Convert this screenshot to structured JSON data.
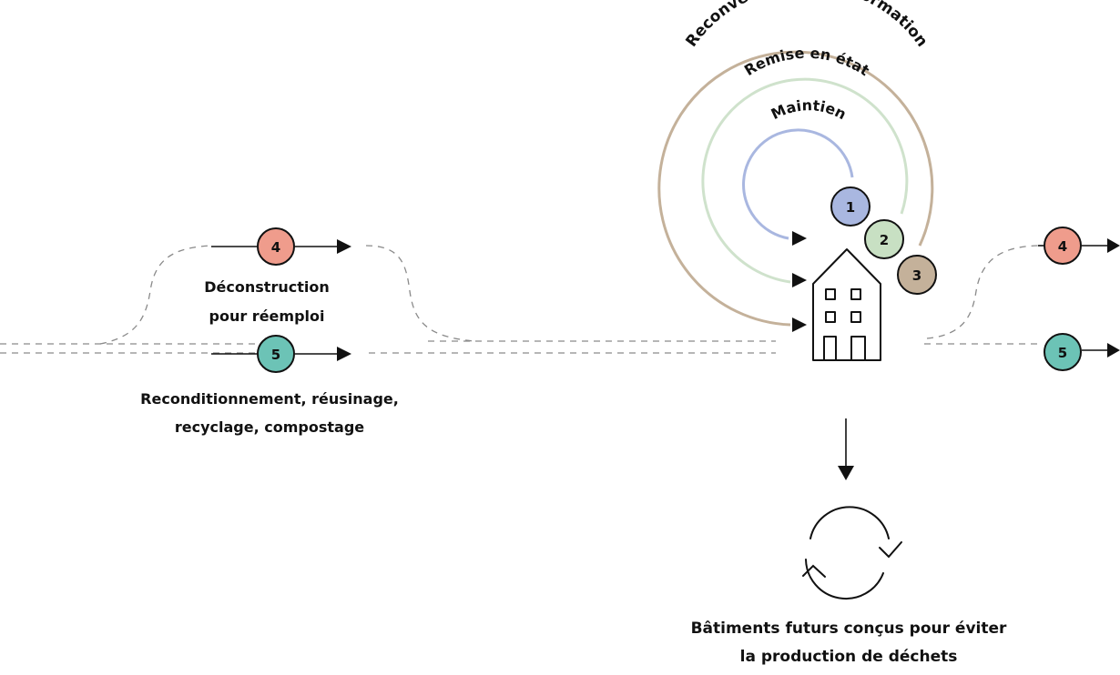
{
  "ring_labels": {
    "outer": "Reconversion - transformation",
    "middle": "Remise en état",
    "inner": "Maintien"
  },
  "badges": {
    "one": "1",
    "two": "2",
    "three": "3",
    "four": "4",
    "five": "5"
  },
  "left_labels": {
    "deconstruction_line1": "Déconstruction",
    "deconstruction_line2": "pour réemploi",
    "recond_line1": "Reconditionnement, réusinage,",
    "recond_line2": "recyclage, compostage"
  },
  "bottom_label": {
    "line1": "Bâtiments futurs conçus pour éviter",
    "line2": "la production de déchets"
  },
  "colors": {
    "badge_salmon": "#ef9c8c",
    "badge_teal": "#6cc3b6",
    "badge_blue": "#a9b7e0",
    "badge_green": "#c8e0c3",
    "badge_tan": "#c4b19a",
    "ring_outer": "#c4b19a",
    "ring_middle": "#cfe2cc",
    "ring_inner": "#a9b7e0"
  }
}
